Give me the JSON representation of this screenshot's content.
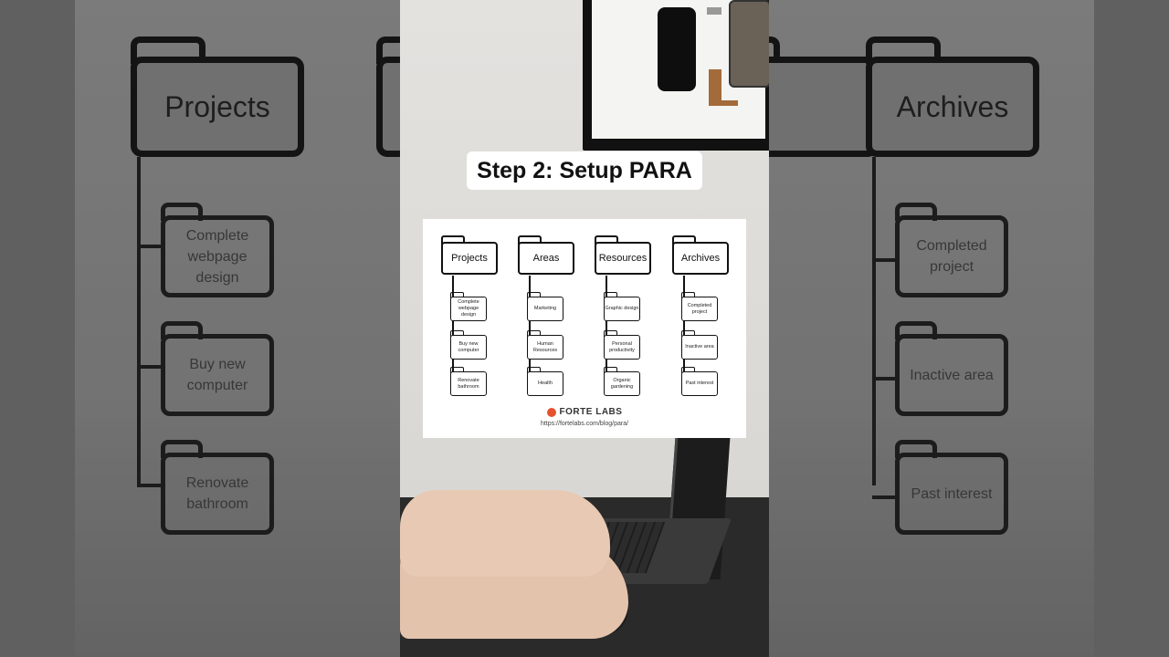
{
  "caption": "Step 2: Setup PARA",
  "para": {
    "columns": [
      {
        "title": "Projects",
        "items": [
          "Complete webpage design",
          "Buy new computer",
          "Renovate bathroom"
        ]
      },
      {
        "title": "Areas",
        "items": [
          "Marketing",
          "Human Resources",
          "Health"
        ]
      },
      {
        "title": "Resources",
        "items": [
          "Graphic design",
          "Personal productivity",
          "Organic gardening"
        ]
      },
      {
        "title": "Archives",
        "items": [
          "Completed project",
          "Inactive area",
          "Past interest"
        ]
      }
    ],
    "brand": "FORTE LABS",
    "url": "https://fortelabs.com/blog/para/"
  },
  "side_left": {
    "title": "Projects",
    "items": [
      "Complete webpage design",
      "Buy new computer",
      "Renovate bathroom"
    ]
  },
  "side_right": {
    "title": "Archives",
    "items": [
      "Completed project",
      "Inactive area",
      "Past interest"
    ]
  },
  "colors": {
    "brand_accent": "#e5522e",
    "caption_bg": "#ffffff"
  }
}
